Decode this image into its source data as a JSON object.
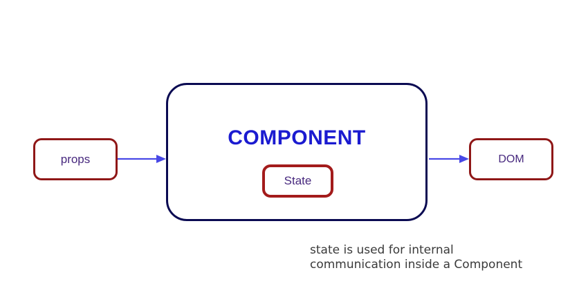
{
  "diagram": {
    "props_label": "props",
    "component_label": "COMPONENT",
    "state_label": "State",
    "dom_label": "DOM",
    "caption_line1": "state is used for internal",
    "caption_line2": "communication inside a Component"
  },
  "colors": {
    "small_box_border_red": "#8f1717",
    "state_box_border_red": "#a31b1b",
    "component_border_navy": "#0a0a52",
    "component_title_blue": "#1b1bd0",
    "box_label_purple": "#47287e",
    "arrow_blue": "#4848e6",
    "caption_gray": "#3a3a3a",
    "background": "#ffffff"
  }
}
